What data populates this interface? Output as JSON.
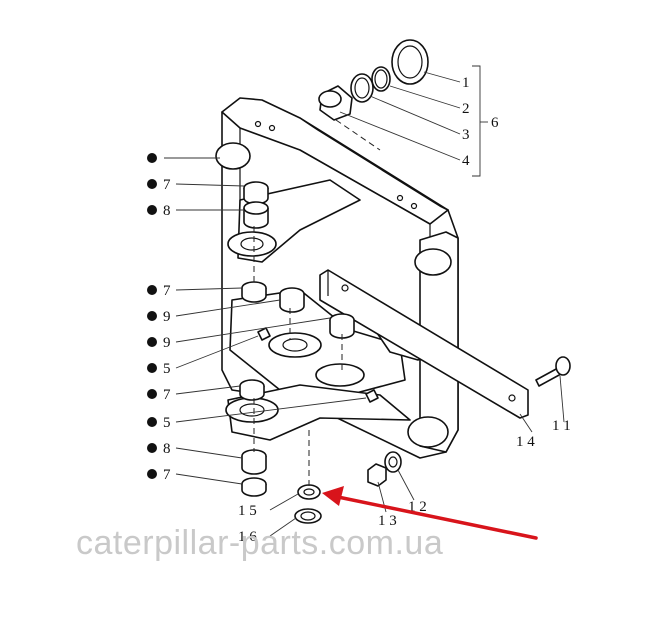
{
  "callouts": {
    "c1": "1",
    "c2": "2",
    "c3": "3",
    "c4": "4",
    "c6": "6",
    "c7a": "7",
    "c8a": "8",
    "c7b": "7",
    "c9a": "9",
    "c9b": "9",
    "c5a": "5",
    "c7c": "7",
    "c5b": "5",
    "c8b": "8",
    "c7d": "7",
    "c15": "1 5",
    "c16": "1 6",
    "c13": "1 3",
    "c12": "1 2",
    "c14": "1 4",
    "c11": "1 1"
  },
  "watermark": "caterpillar-parts.com.ua",
  "colors": {
    "line": "#111111",
    "arrow": "#d8141b",
    "watermark": "#c9c9c9"
  }
}
